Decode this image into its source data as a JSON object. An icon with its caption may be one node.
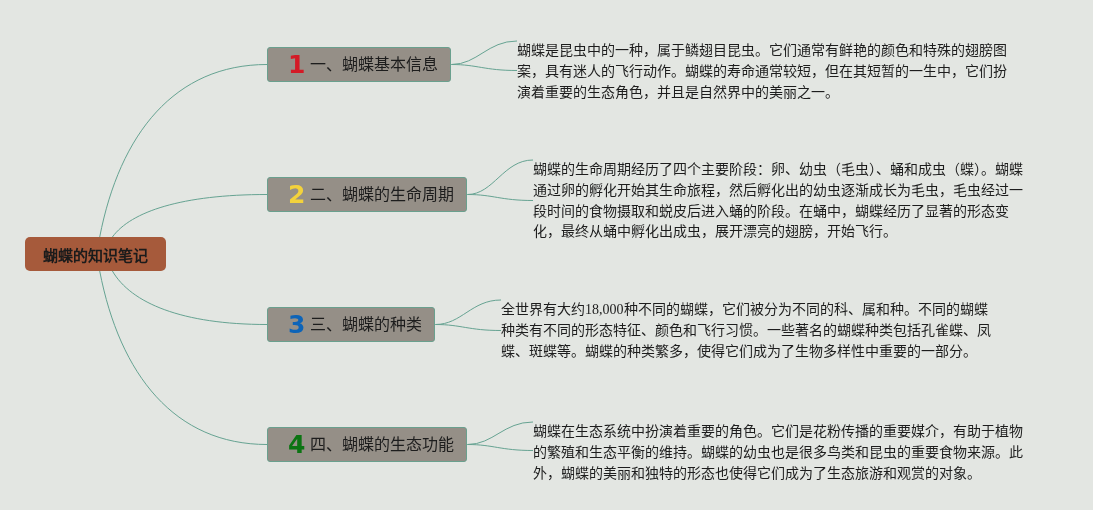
{
  "diagram": {
    "nodes": [
      {
        "text": [
          "蝴蝶的知识笔记"
        ]
      },
      {
        "text": [
          "1",
          "一、蝴蝶基本信息"
        ]
      },
      {
        "text": [
          "蝴蝶是昆虫中的一种，属于鳞翅目昆虫。它们通常有鲜艳的颜色和特殊的翅膀图案，具有迷人的飞行动作。蝴蝶的寿命通常较短，但在其短暂的一生中，它们扮演着重要的生态角色，并且是自然界中的美丽之一。"
        ]
      },
      {
        "text": [
          "2",
          "二、蝴蝶的生命周期"
        ]
      },
      {
        "text": [
          "蝴蝶的生命周期经历了四个主要阶段：卵、幼虫（毛虫）、蛹和成虫（蝶）。蝴蝶通过卵的孵化开始其生命旅程，然后孵化出的幼虫逐渐成长为毛虫，毛虫经过一段时间的食物摄取和蜕皮后进入蛹的阶段。在蛹中，蝴蝶经历了显著的形态变化，最终从蛹中孵化出成虫，展开漂亮的翅膀，开始飞行。"
        ]
      },
      {
        "text": [
          "3",
          "三、蝴蝶的种类"
        ]
      },
      {
        "text": [
          "全世界有大约18,000种不同的蝴蝶，它们被分为不同的科、属和种。不同的蝴蝶种类有不同的形态特征、颜色和飞行习惯。一些著名的蝴蝶种类包括孔雀蝶、凤蝶、斑蝶等。蝴蝶的种类繁多，使得它们成为了生物多样性中重要的一部分。"
        ]
      },
      {
        "text": [
          "4",
          "四、蝴蝶的生态功能"
        ]
      },
      {
        "text": [
          "蝴蝶在生态系统中扮演着重要的角色。它们是花粉传播的重要媒介，有助于植物的繁殖和生态平衡的维持。蝴蝶的幼虫也是很多鸟类和昆虫的重要食物来源。此外，蝴蝶的美丽和独特的形态也使得它们成为了生态旅游和观赏的对象。"
        ]
      }
    ],
    "edges": [
      {
        "from": 0,
        "to": 1,
        "arrow": "none"
      },
      {
        "from": 1,
        "to": 2,
        "arrow": "none"
      },
      {
        "from": 0,
        "to": 3,
        "arrow": "none"
      },
      {
        "from": 3,
        "to": 4,
        "arrow": "none"
      },
      {
        "from": 0,
        "to": 5,
        "arrow": "none"
      },
      {
        "from": 5,
        "to": 6,
        "arrow": "none"
      },
      {
        "from": 0,
        "to": 7,
        "arrow": "none"
      },
      {
        "from": 7,
        "to": 8,
        "arrow": "none"
      }
    ]
  }
}
